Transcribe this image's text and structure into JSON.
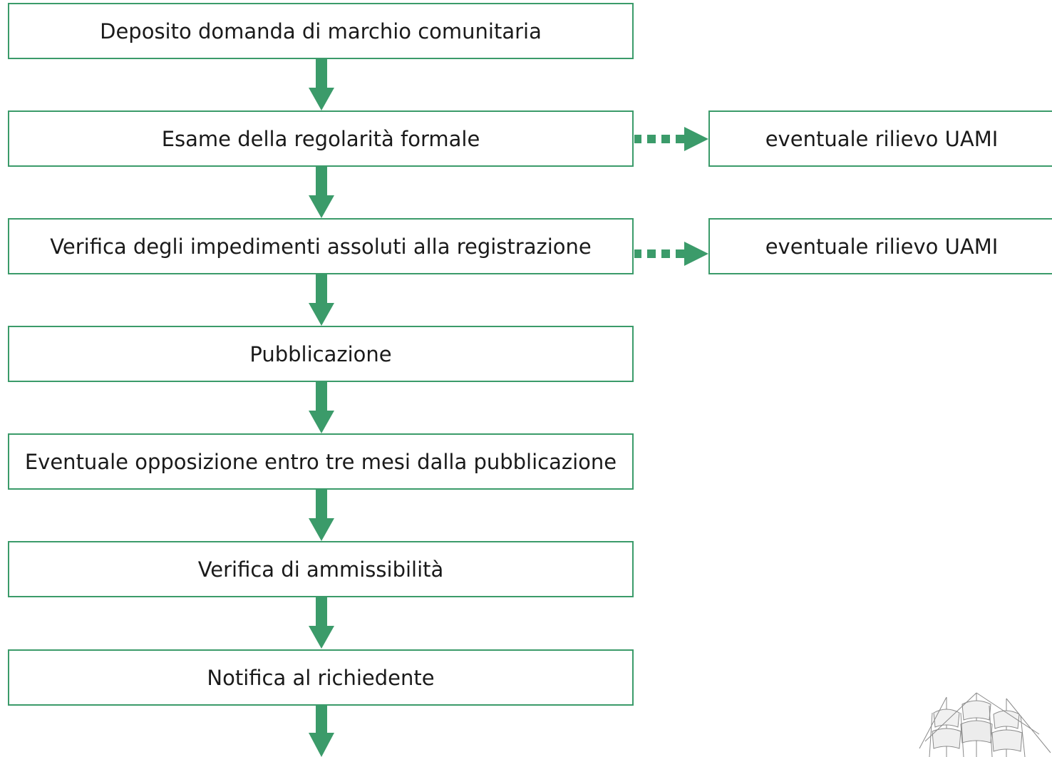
{
  "flowchart": {
    "steps": [
      "Deposito domanda di marchio comunitaria",
      "Esame della regolarità formale",
      "Verifica degli impedimenti assoluti alla registrazione",
      "Pubblicazione",
      "Eventuale opposizione entro tre mesi dalla pubblicazione",
      "Verifica di ammissibilità",
      "Notifica al richiedente"
    ],
    "side_notes": [
      "eventuale rilievo UAMI",
      "eventuale rilievo UAMI"
    ]
  },
  "colors": {
    "accent": "#3b9b6a",
    "text": "#1a1a1a"
  },
  "decorations": {
    "corner_image": "sailing-ship-illustration"
  }
}
